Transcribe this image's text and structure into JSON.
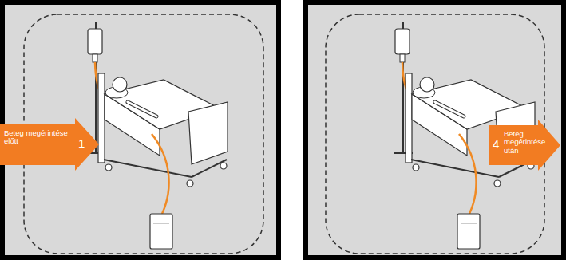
{
  "diagram": {
    "nodes": [
      {
        "text": [
          "Beteg megérintése előtt",
          "1"
        ]
      },
      {
        "text": [
          "Beteg megérintése után",
          "4"
        ]
      }
    ]
  }
}
